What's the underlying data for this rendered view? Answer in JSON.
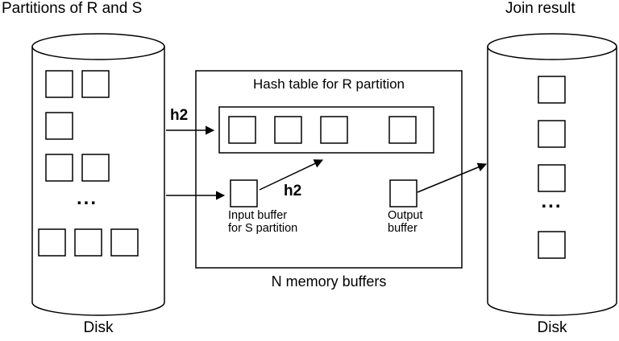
{
  "diagram": {
    "left_disk": {
      "title": "Partitions of R and S",
      "disk_label": "Disk",
      "ellipsis": "..."
    },
    "right_disk": {
      "title": "Join result",
      "disk_label": "Disk",
      "ellipsis": "..."
    },
    "memory": {
      "caption": "N memory buffers",
      "hash_table_title": "Hash table for R partition",
      "input_buffer_line1": "Input buffer",
      "input_buffer_line2": "for S partition",
      "output_buffer_line1": "Output",
      "output_buffer_line2": "buffer"
    },
    "arrows": {
      "partition_hash_label": "h2",
      "probe_hash_label": "h2"
    },
    "colors": {
      "stroke": "#000000",
      "background": "#ffffff"
    }
  }
}
